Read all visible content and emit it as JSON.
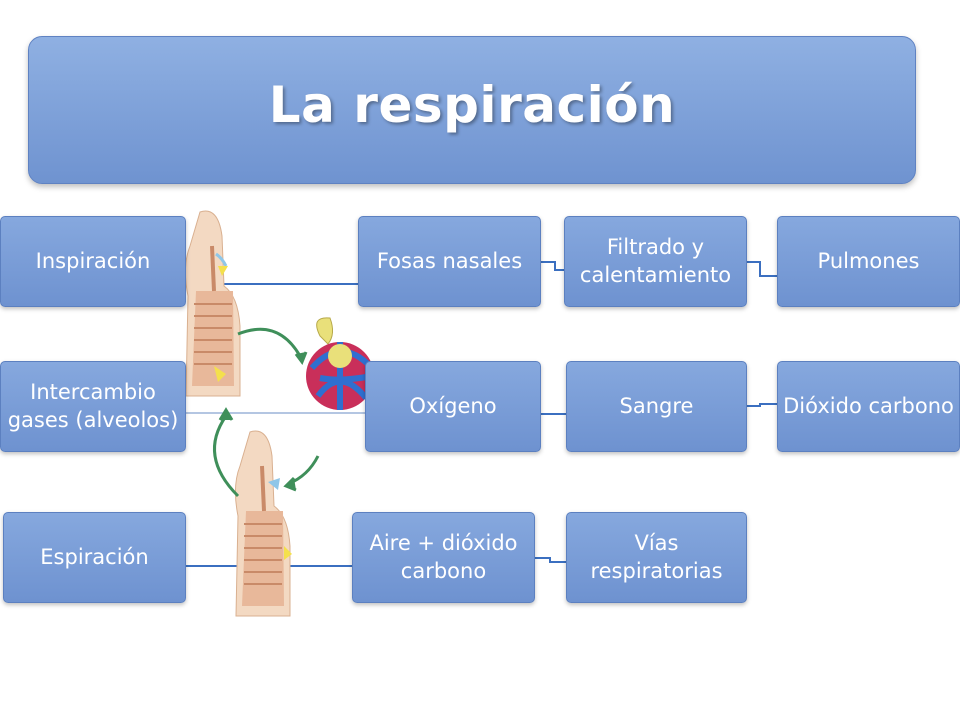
{
  "title": "La respiración",
  "nodes": {
    "inspiracion": "Inspiración",
    "fosas": "Fosas nasales",
    "filtrado": "Filtrado y calentamiento",
    "pulmones": "Pulmones",
    "intercambio": "Intercambio gases (alveolos)",
    "oxigeno": "Oxígeno",
    "sangre": "Sangre",
    "dioxido": "Dióxido carbono",
    "espiracion": "Espiración",
    "aire": "Aire + dióxido carbono",
    "vias": "Vías respiratorias"
  },
  "colors": {
    "box": "#7a9ed8",
    "connector": "#3b6fc0"
  },
  "illustration": {
    "subject": "respiratory-cycle-diagram"
  }
}
